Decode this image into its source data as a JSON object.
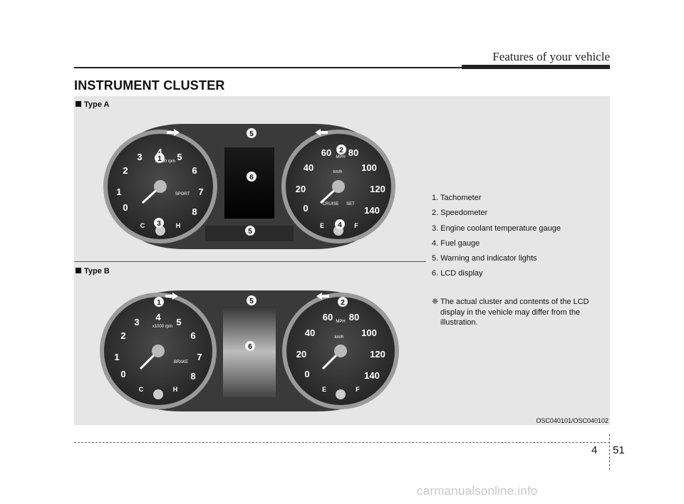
{
  "header": {
    "title": "Features of your vehicle"
  },
  "section": {
    "title": "INSTRUMENT CLUSTER"
  },
  "figure": {
    "type_a_label": "Type A",
    "type_b_label": "Type B",
    "code": "OSC040101/OSC040102",
    "callouts": [
      "1",
      "2",
      "3",
      "4",
      "5",
      "6"
    ],
    "tach_numbers": [
      "0",
      "1",
      "2",
      "3",
      "4",
      "5",
      "6",
      "7",
      "8"
    ],
    "speed_numbers": [
      "0",
      "20",
      "40",
      "60",
      "80",
      "100",
      "120",
      "140"
    ],
    "tach_unit": "x1000 rpm",
    "speed_unit": "MPH",
    "mode_label": "SPORT",
    "cruise_label": "CRUISE",
    "set_label": "SET",
    "cold_label": "C",
    "hot_label": "H",
    "empty_label": "E",
    "full_label": "F",
    "kmh_label": "km/h",
    "brake_label": "BRAKE"
  },
  "legend": {
    "items": [
      "1. Tachometer",
      "2. Speedometer",
      "3. Engine coolant temperature gauge",
      "4. Fuel gauge",
      "5. Warning and indicator lights",
      "6. LCD display"
    ],
    "note_symbol": "❈",
    "note": "The actual cluster and contents of the LCD display in the vehicle may differ from the illustration."
  },
  "footer": {
    "chapter": "4",
    "page": "51"
  },
  "watermark": "carmanualsonline.info",
  "colors": {
    "panel": "#3a3a3a",
    "bezel": "#9a9a9a",
    "dial": "#2c2c2c",
    "box": "#e6e6e6"
  }
}
